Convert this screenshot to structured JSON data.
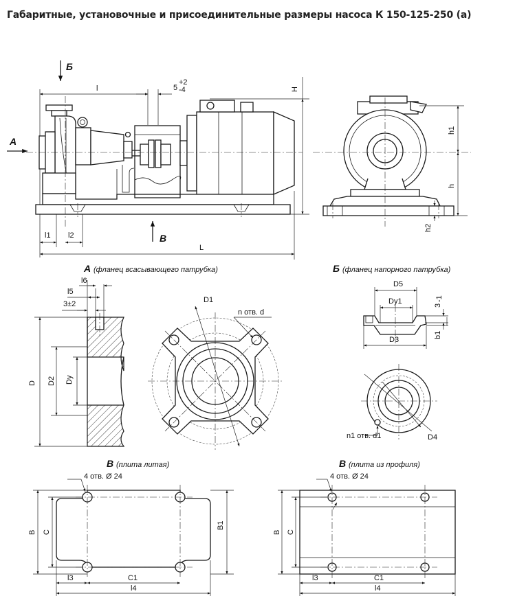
{
  "title": "Габаритные, установочные и присоединительные размеры насоса К 150-125-250 (а)",
  "labels": {
    "view_a": "А",
    "view_b_flange": "Б",
    "view_v": "В",
    "dim_l": "l",
    "dim_tol": "5",
    "dim_tol_plus": "+2",
    "dim_tol_minus": "-4",
    "dim_H": "H",
    "dim_L": "L",
    "dim_l1": "l1",
    "dim_l2": "l2",
    "dim_h1": "h1",
    "dim_h": "h",
    "dim_h2": "h2",
    "dim_l6": "l6",
    "dim_l5": "l5",
    "dim_3pm2": "3±2",
    "dim_D": "D",
    "dim_D2": "D2",
    "dim_Dy": "Dy",
    "dim_D1": "D1",
    "dim_n_holes": "n отв. d",
    "dim_D5": "D5",
    "dim_Dy1": "Dy1",
    "dim_3": "3",
    "dim_3_sub": "-1",
    "dim_D3": "D3",
    "dim_b1": "b1",
    "dim_n1_holes": "n1 отв. d1",
    "dim_D4": "D4",
    "dim_4_holes": "4 отв. Ø 24",
    "dim_B": "B",
    "dim_C": "C",
    "dim_B1": "B1",
    "dim_l3": "l3",
    "dim_C1": "C1",
    "dim_l4": "l4"
  },
  "captions": {
    "a_rest": "(фланец всасывающего патрубка)",
    "b_rest": "(фланец напорного патрубка)",
    "v1_rest": "(плита литая)",
    "v2_rest": "(плита из профиля)"
  }
}
